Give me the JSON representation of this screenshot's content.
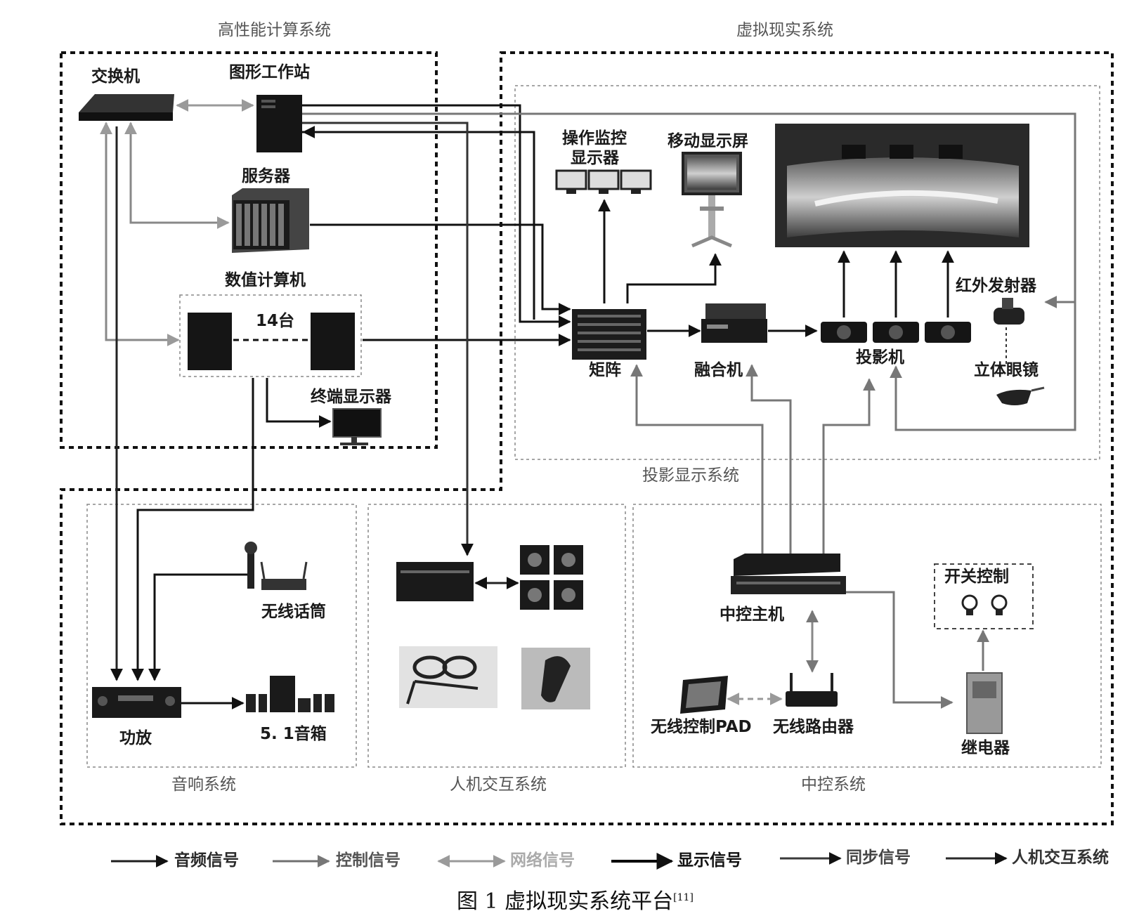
{
  "regions": {
    "hpc": "高性能计算系统",
    "vr": "虚拟现实系统",
    "projection": "投影显示系统",
    "audio": "音响系统",
    "hci": "人机交互系统",
    "central": "中控系统"
  },
  "devices": {
    "switch": "交换机",
    "workstation": "图形工作站",
    "server": "服务器",
    "numeric_computer": "数值计算机",
    "count": "14台",
    "terminal_display": "终端显示器",
    "monitor_display": [
      "操作监控",
      "显示器"
    ],
    "mobile_display": "移动显示屏",
    "matrix": "矩阵",
    "blender": "融合机",
    "projector": "投影机",
    "ir_emitter": "红外发射器",
    "stereo_glasses": "立体眼镜",
    "wireless_mic": "无线话筒",
    "amplifier": "功放",
    "speaker_51": "5. 1音箱",
    "central_host": "中控主机",
    "switch_control": "开关控制",
    "wireless_pad": "无线控制PAD",
    "wireless_router": "无线路由器",
    "relay": "继电器"
  },
  "legend": [
    {
      "label": "音频信号",
      "color": "#1e1e1e"
    },
    {
      "label": "控制信号",
      "color": "#707070"
    },
    {
      "label": "网络信号",
      "color": "#9a9a9a"
    },
    {
      "label": "显示信号",
      "color": "#000000"
    },
    {
      "label": "同步信号",
      "color": "#3a3a3a"
    },
    {
      "label": "人机交互系统",
      "color": "#2a2a2a"
    }
  ],
  "caption": {
    "text": "图 1  虚拟现实系统平台",
    "ref": "[11]"
  }
}
